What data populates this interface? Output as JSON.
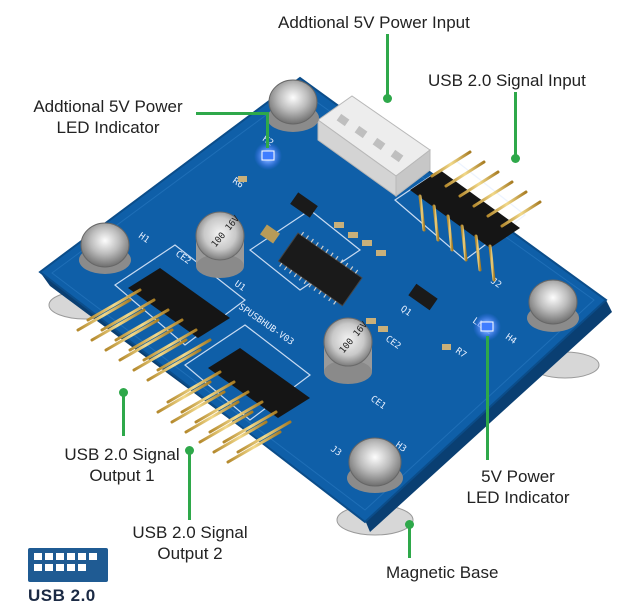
{
  "labels": {
    "power_input": "Addtional 5V Power Input",
    "usb_input": "USB 2.0 Signal Input",
    "power_led_line1": "Addtional  5V Power",
    "power_led_line2": "LED  Indicator",
    "out1_line1": "USB 2.0 Signal",
    "out1_line2": "Output  1",
    "out2_line1": "USB 2.0 Signal",
    "out2_line2": "Output  2",
    "led5v_line1": "5V Power",
    "led5v_line2": "LED  Indicator",
    "magnetic_base": "Magnetic Base"
  },
  "logo": {
    "text": "USB 2.0"
  },
  "colors": {
    "pcb": "#0f5fa8",
    "pcb_dark": "#0a4c88",
    "callout_line": "#2ea84a",
    "led_blue": "#3f7dff"
  }
}
